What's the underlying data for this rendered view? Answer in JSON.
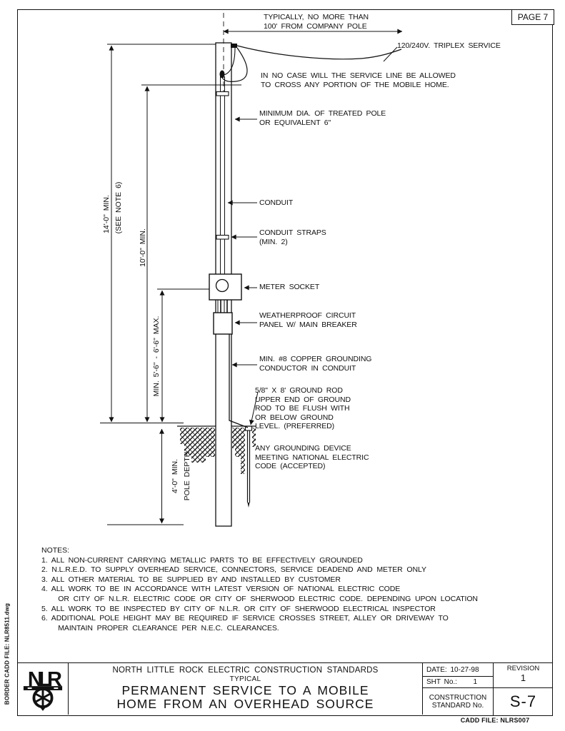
{
  "page": {
    "page_label": "PAGE 7",
    "border_cadd_file": "BORDER CADD FILE:  NLR8511.dwg",
    "cadd_file": "CADD FILE: NLRS007"
  },
  "diagram": {
    "labels": {
      "span_note": "TYPICALLY, NO MORE THAN\n100' FROM COMPANY POLE",
      "service": "120/240V. TRIPLEX SERVICE",
      "no_cross": "IN NO CASE WILL THE SERVICE LINE BE ALLOWED\nTO CROSS ANY PORTION OF THE MOBILE HOME.",
      "pole_dia": "MINIMUM DIA. OF TREATED POLE\nOR EQUIVALENT 6\"",
      "conduit": "CONDUIT",
      "conduit_straps": "CONDUIT STRAPS\n(MIN. 2)",
      "meter_socket": "METER SOCKET",
      "panel": "WEATHERPROOF CIRCUIT\nPANEL W/ MAIN BREAKER",
      "ground_conductor": "MIN. #8 COPPER GROUNDING\nCONDUCTOR IN CONDUIT",
      "ground_rod": "5/8\" X 8' GROUND ROD\nUPPER END OF GROUND\nROD TO BE FLUSH WITH\nOR BELOW GROUND\nLEVEL. (PREFERRED)",
      "ground_device": "ANY GROUNDING DEVICE\nMEETING NATIONAL ELECTRIC\nCODE (ACCEPTED)"
    },
    "dimensions": {
      "height_14": "14'-0\" MIN.",
      "height_14_note": "(SEE NOTE 6)",
      "height_10": "10'-0\" MIN.",
      "meter_height": "MIN. 5'-6\" - 6'-6\" MAX.",
      "pole_depth": "4'-0\" MIN.",
      "pole_depth_label": "POLE DEPTH"
    }
  },
  "notes": {
    "heading": "NOTES:",
    "lines": [
      "1. ALL NON-CURRENT CARRYING METALLIC PARTS TO BE EFFECTIVELY GROUNDED",
      "2. N.L.R.E.D. TO SUPPLY OVERHEAD SERVICE, CONNECTORS, SERVICE DEADEND AND METER ONLY",
      "3. ALL OTHER MATERIAL TO BE SUPPLIED BY AND INSTALLED BY CUSTOMER",
      "4. ALL WORK TO BE IN ACCORDANCE WITH LATEST VERSION OF NATIONAL ELECTRIC CODE",
      "    OR CITY OF N.L.R. ELECTRIC CODE OR CITY OF SHERWOOD ELECTRIC CODE. DEPENDING UPON LOCATION",
      "5. ALL WORK TO BE INSPECTED BY CITY OF N.L.R. OR CITY OF SHERWOOD ELECTRICAL INSPECTOR",
      "6. ADDITIONAL POLE HEIGHT MAY BE REQUIRED IF SERVICE CROSSES STREET, ALLEY OR DRIVEWAY TO",
      "    MAINTAIN PROPER CLEARANCE PER N.E.C. CLEARANCES."
    ]
  },
  "title_block": {
    "org": "NORTH LITTLE ROCK ELECTRIC CONSTRUCTION STANDARDS",
    "typical": "TYPICAL",
    "title_line1": "PERMANENT SERVICE TO A MOBILE",
    "title_line2": "HOME FROM AN OVERHEAD SOURCE",
    "date_label": "DATE:",
    "date": "10-27-98",
    "sht_label": "SHT No.:",
    "sht": "1",
    "revision_label": "REVISION",
    "revision": "1",
    "std_label": "CONSTRUCTION\nSTANDARD No.",
    "std_no": "S-7",
    "logo_text": "NLR"
  },
  "colors": {
    "ink": "#111111",
    "paper": "#ffffff"
  }
}
